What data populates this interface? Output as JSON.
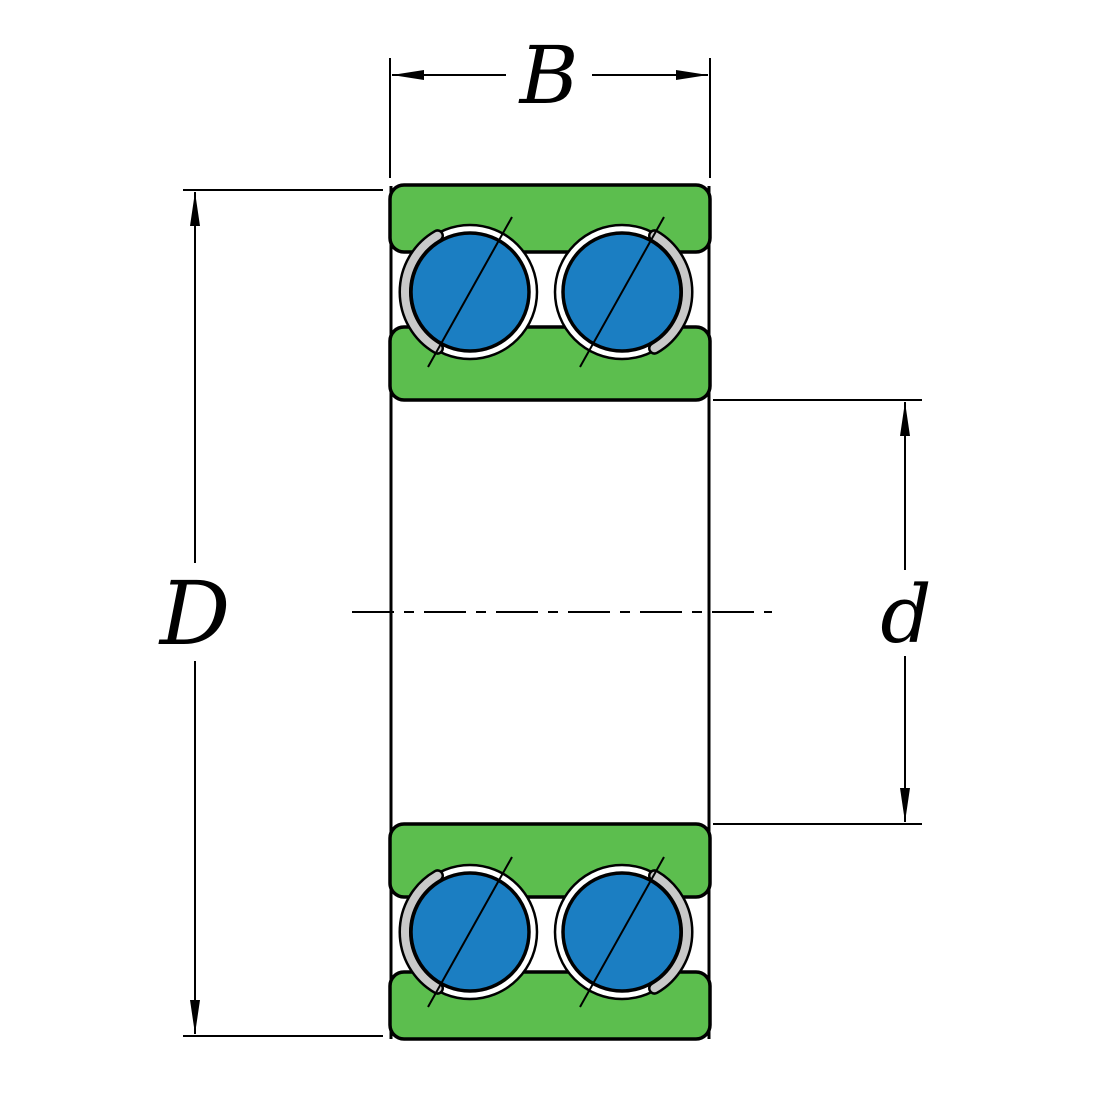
{
  "diagram": {
    "labels": {
      "width": "B",
      "outer_diameter": "D",
      "bore_diameter": "d"
    },
    "colors": {
      "ring": "#5CBE4E",
      "ball": "#1B7EC2",
      "cage": "#C9C9C9",
      "outline": "#000000",
      "background": "#FFFFFF"
    }
  }
}
